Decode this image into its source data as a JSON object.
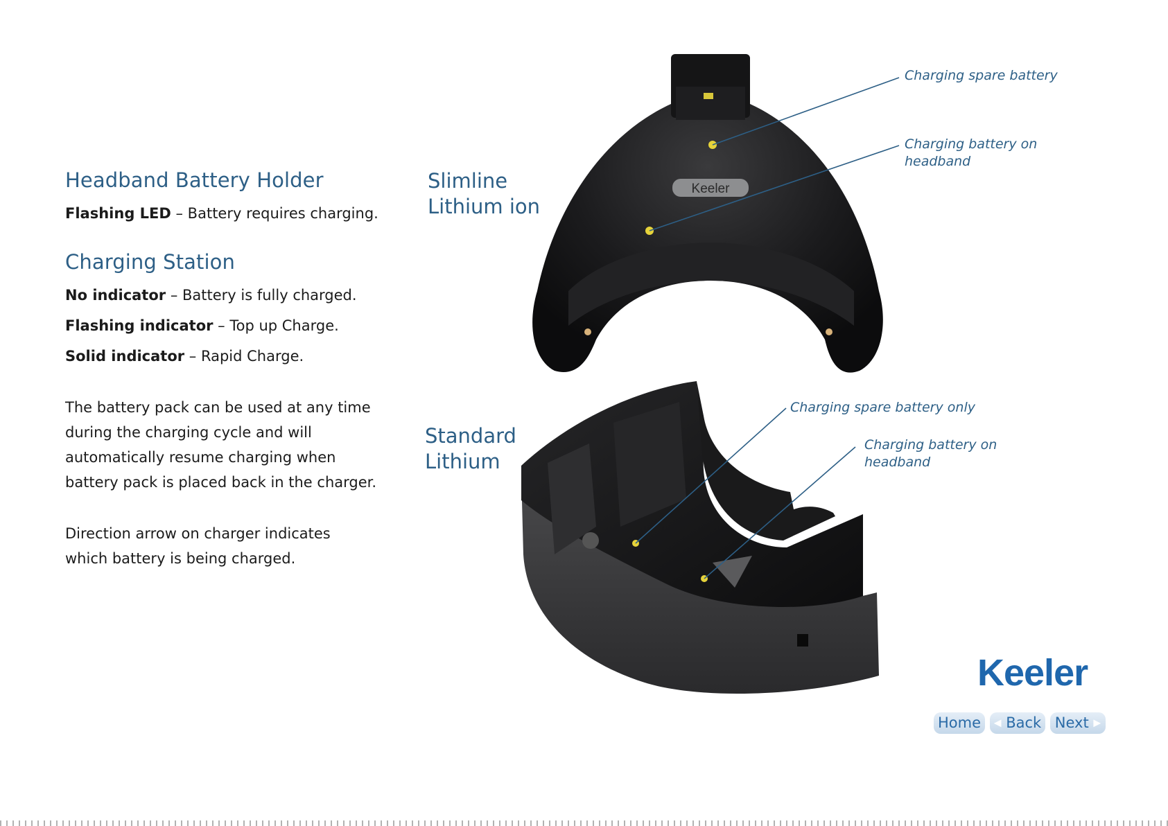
{
  "left": {
    "headband": {
      "title": "Headband Battery Holder",
      "led_label": "Flashing LED",
      "led_text": " – Battery requires charging."
    },
    "station": {
      "title": "Charging Station",
      "items": [
        {
          "label": "No indicator",
          "text": " – Battery is fully charged."
        },
        {
          "label": "Flashing indicator",
          "text": " – Top up Charge."
        },
        {
          "label": "Solid indicator",
          "text": " – Rapid Charge."
        }
      ]
    },
    "para1": [
      "The battery pack can be used at any time",
      "during the charging cycle and will",
      "automatically resume charging when",
      "battery pack is placed back in the charger."
    ],
    "para2": [
      "Direction arrow on charger indicates",
      "which battery is being charged."
    ]
  },
  "products": {
    "slimline": [
      "Slimline",
      "Lithium ion"
    ],
    "standard": [
      "Standard",
      "Lithium"
    ],
    "device_logo": "Keeler"
  },
  "callouts": {
    "slim_spare": "Charging spare battery",
    "slim_headband": [
      "Charging battery on",
      "headband"
    ],
    "std_spare": "Charging spare battery only",
    "std_headband": [
      "Charging battery on",
      "headband"
    ]
  },
  "brand": "Keeler",
  "nav": {
    "home": "Home",
    "back": "Back",
    "next": "Next"
  },
  "colors": {
    "heading": "#2d5f86",
    "brand": "#1f67ad",
    "led": "#e6d33a"
  }
}
